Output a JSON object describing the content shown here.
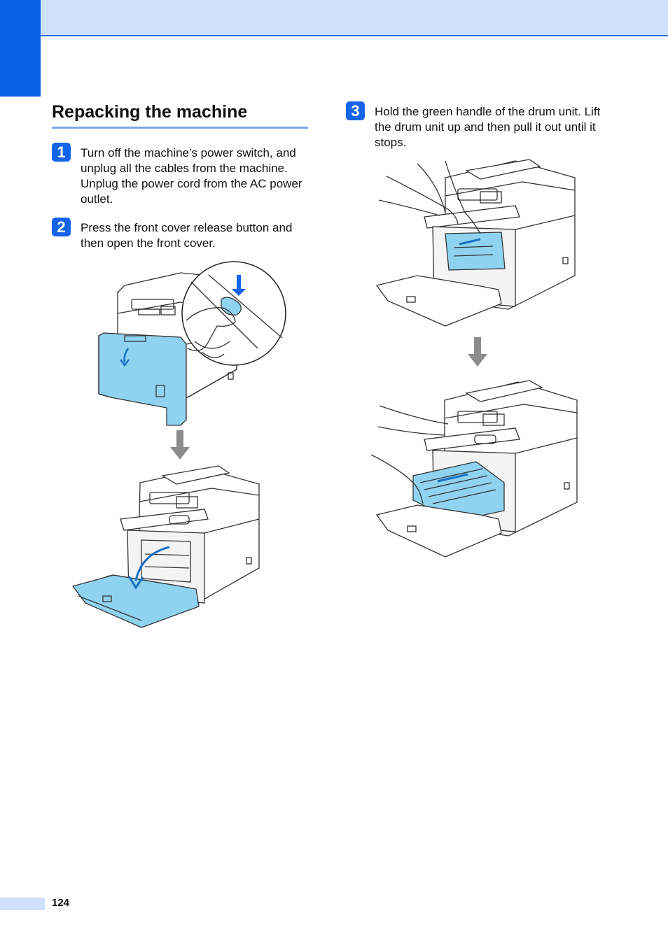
{
  "section": {
    "title": "Repacking the machine"
  },
  "steps": [
    {
      "number": "1",
      "text": "Turn off the machine’s power switch, and unplug all the cables from the machine. Unplug the power cord from the AC power outlet."
    },
    {
      "number": "2",
      "text": "Press the front cover release button and then open the front cover."
    },
    {
      "number": "3",
      "text": "Hold the green handle of the drum unit. Lift the drum unit up and then pull it out until it stops."
    }
  ],
  "illustrations": [
    {
      "icon": "printer-front-cover-release-illustration"
    },
    {
      "icon": "printer-front-cover-open-illustration"
    },
    {
      "icon": "drum-unit-lift-illustration"
    },
    {
      "icon": "drum-unit-pull-out-illustration"
    }
  ],
  "colors": {
    "accent": "#0a5fe6",
    "highlight_blue": "#8fd3f0",
    "arrow_gray": "#8c8c8c"
  },
  "footer": {
    "page_number": "124"
  }
}
